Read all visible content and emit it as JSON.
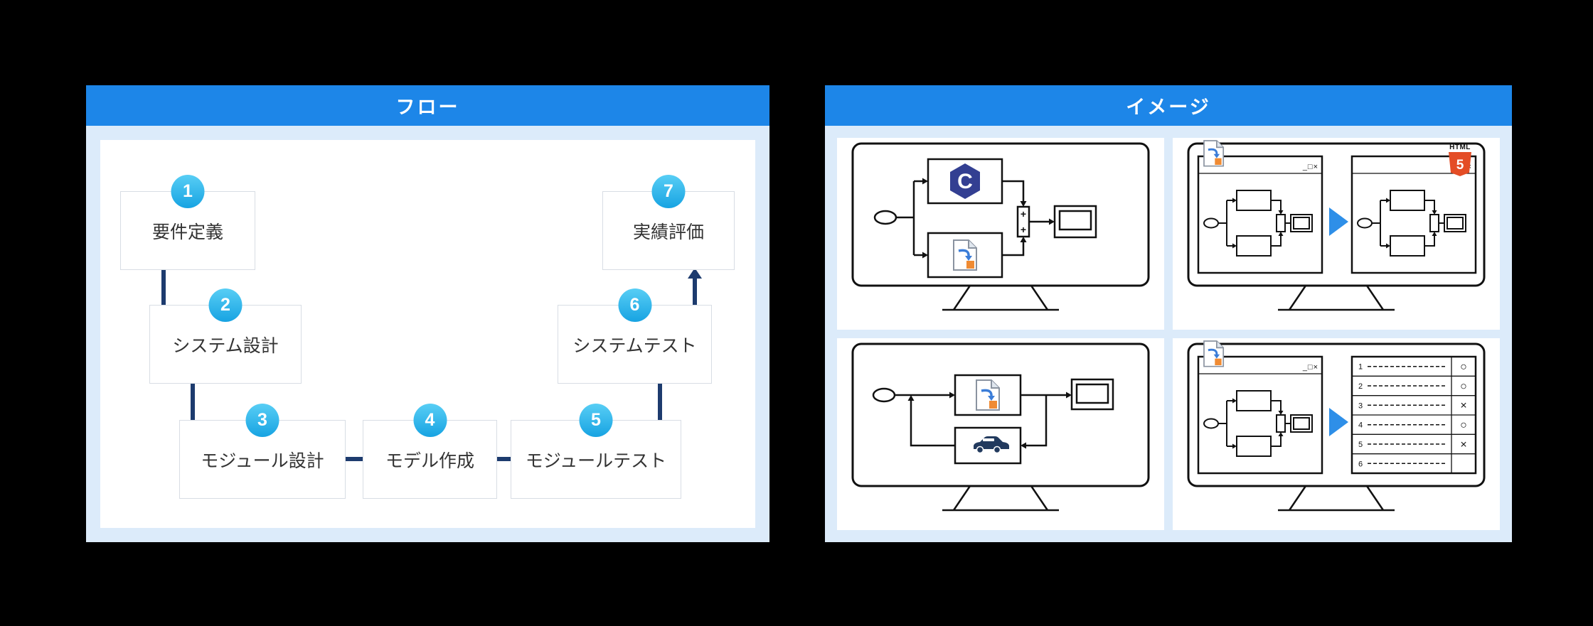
{
  "flow_panel": {
    "title": "フロー",
    "steps": [
      {
        "num": "1",
        "label": "要件定義"
      },
      {
        "num": "2",
        "label": "システム設計"
      },
      {
        "num": "3",
        "label": "モジュール設計"
      },
      {
        "num": "4",
        "label": "モデル作成"
      },
      {
        "num": "5",
        "label": "モジュールテスト"
      },
      {
        "num": "6",
        "label": "システムテスト"
      },
      {
        "num": "7",
        "label": "実績評価"
      }
    ]
  },
  "image_panel": {
    "title": "イメージ",
    "c_logo": "C",
    "plus": "+",
    "html_label": "HTML",
    "html_number": "5",
    "window_controls": "_□×",
    "checklist": {
      "rows": [
        {
          "num": "1",
          "mark": "○"
        },
        {
          "num": "2",
          "mark": "○"
        },
        {
          "num": "3",
          "mark": "×"
        },
        {
          "num": "4",
          "mark": "○"
        },
        {
          "num": "5",
          "mark": "×"
        },
        {
          "num": "6",
          "mark": ""
        }
      ]
    }
  },
  "colors": {
    "header_blue": "#1d86e8",
    "panel_light_blue": "#dcebfa",
    "badge_cyan": "#2eb5ea",
    "connector_navy": "#1d3b6e",
    "play_arrow_blue": "#2e8fe8",
    "html_orange": "#e44d26",
    "c_logo_navy": "#333f92",
    "simulink_blue": "#3b7dd8",
    "simulink_orange": "#f08b33"
  }
}
